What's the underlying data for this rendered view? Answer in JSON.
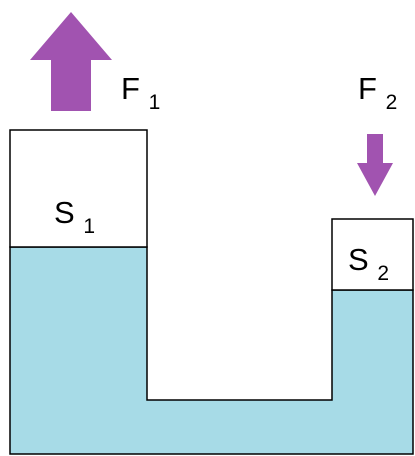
{
  "colors": {
    "fluid": "#a7dbe7",
    "outline": "#000000",
    "arrow": "#a153b0",
    "piston": "#ffffff"
  },
  "labels": {
    "f1": {
      "main": "F",
      "sub": "1"
    },
    "f2": {
      "main": "F",
      "sub": "2"
    },
    "s1": {
      "main": "S",
      "sub": "1"
    },
    "s2": {
      "main": "S",
      "sub": "2"
    }
  },
  "arrows": {
    "f1": {
      "direction": "up",
      "icon": "arrow-up-icon"
    },
    "f2": {
      "direction": "down",
      "icon": "arrow-down-icon"
    }
  }
}
